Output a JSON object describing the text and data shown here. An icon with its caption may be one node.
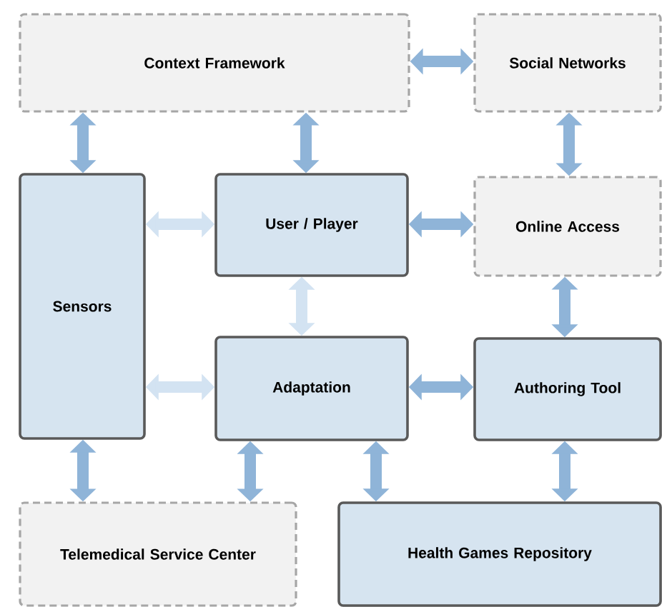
{
  "diagram": {
    "nodes": [
      {
        "text": [
          "Context Framework"
        ]
      },
      {
        "text": [
          "Social Networks"
        ]
      },
      {
        "text": [
          "Sensors"
        ]
      },
      {
        "text": [
          "User / Player"
        ]
      },
      {
        "text": [
          "Online Access"
        ]
      },
      {
        "text": [
          "Adaptation"
        ]
      },
      {
        "text": [
          "Authoring Tool"
        ]
      },
      {
        "text": [
          "Telemedical Service Center"
        ]
      },
      {
        "text": [
          "Health Games Repository"
        ]
      }
    ],
    "edges": [
      {
        "from": 0,
        "to": 1,
        "arrow": "both"
      },
      {
        "from": 0,
        "to": 2,
        "arrow": "both"
      },
      {
        "from": 0,
        "to": 3,
        "arrow": "both"
      },
      {
        "from": 1,
        "to": 4,
        "arrow": "both"
      },
      {
        "from": 2,
        "to": 3,
        "arrow": "both",
        "color": "#d3e3f2"
      },
      {
        "from": 3,
        "to": 4,
        "arrow": "both"
      },
      {
        "from": 3,
        "to": 5,
        "arrow": "both",
        "color": "#d3e3f2"
      },
      {
        "from": 2,
        "to": 5,
        "arrow": "both",
        "color": "#d3e3f2"
      },
      {
        "from": 5,
        "to": 6,
        "arrow": "both"
      },
      {
        "from": 4,
        "to": 6,
        "arrow": "both"
      },
      {
        "from": 2,
        "to": 7,
        "arrow": "both"
      },
      {
        "from": 5,
        "to": 7,
        "arrow": "both"
      },
      {
        "from": 5,
        "to": 8,
        "arrow": "both"
      },
      {
        "from": 6,
        "to": 8,
        "arrow": "both"
      }
    ]
  }
}
